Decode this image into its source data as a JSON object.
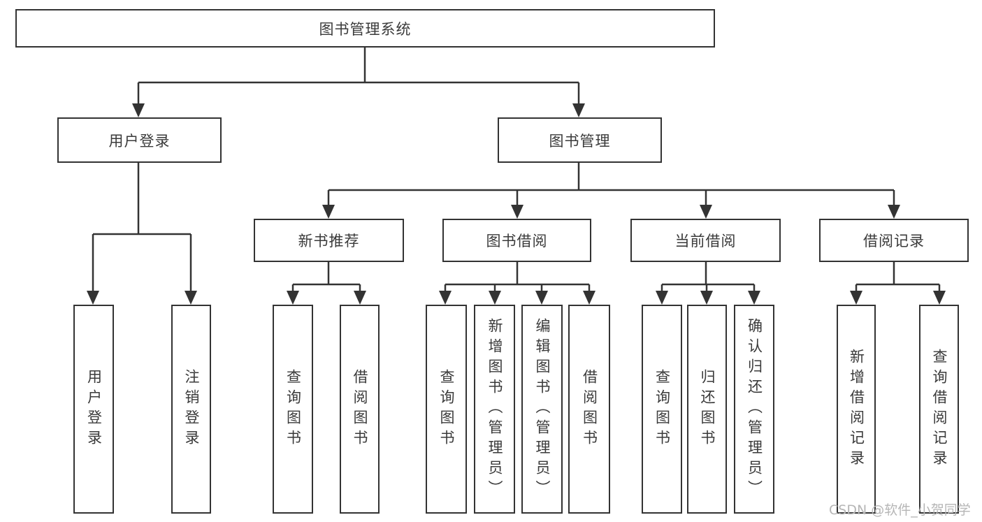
{
  "diagram": {
    "root": {
      "label": "图书管理系统"
    },
    "level2": [
      {
        "label": "用户登录"
      },
      {
        "label": "图书管理"
      }
    ],
    "level3": [
      {
        "label": "新书推荐"
      },
      {
        "label": "图书借阅"
      },
      {
        "label": "当前借阅"
      },
      {
        "label": "借阅记录"
      }
    ],
    "leaves": [
      {
        "label": "用户登录"
      },
      {
        "label": "注销登录"
      },
      {
        "label": "查询图书"
      },
      {
        "label": "借阅图书"
      },
      {
        "label": "查询图书"
      },
      {
        "label": "新增图书（管理员）"
      },
      {
        "label": "编辑图书（管理员）"
      },
      {
        "label": "借阅图书"
      },
      {
        "label": "查询图书"
      },
      {
        "label": "归还图书"
      },
      {
        "label": "确认归还（管理员）"
      },
      {
        "label": "新增借阅记录"
      },
      {
        "label": "查询借阅记录"
      }
    ],
    "watermark": "CSDN @软件_小贺同学",
    "colors": {
      "line": "#333333",
      "text": "#3a3a3a",
      "watermark": "#b6b6b6",
      "background": "#ffffff"
    }
  }
}
